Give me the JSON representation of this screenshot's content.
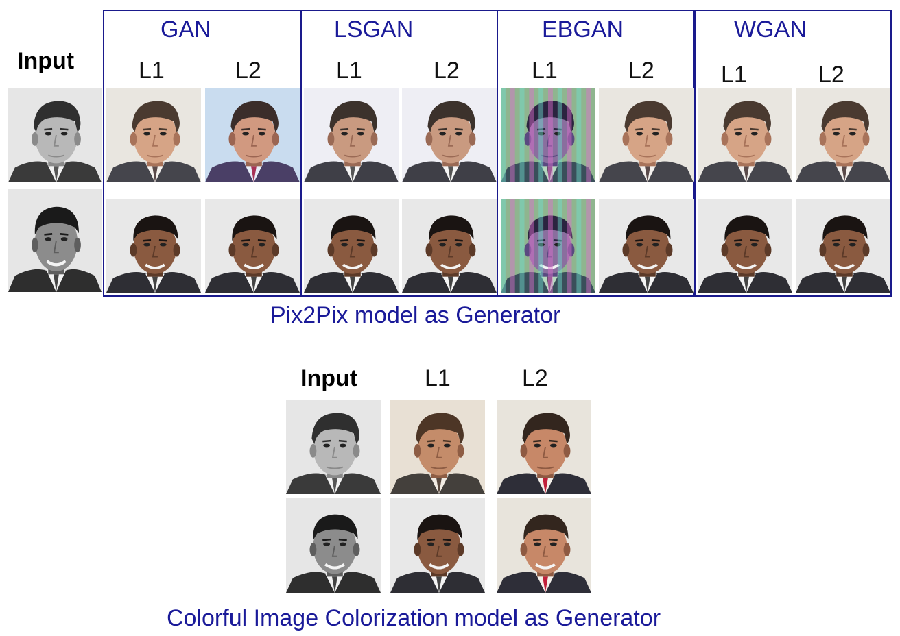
{
  "top": {
    "input_label": "Input",
    "models": [
      {
        "name": "GAN",
        "sub": [
          "L1",
          "L2"
        ]
      },
      {
        "name": "LSGAN",
        "sub": [
          "L1",
          "L2"
        ]
      },
      {
        "name": "EBGAN",
        "sub": [
          "L1",
          "L2"
        ]
      },
      {
        "name": "WGAN",
        "sub": [
          "L1",
          "L2"
        ]
      }
    ],
    "caption": "Pix2Pix model as Generator"
  },
  "bottom": {
    "headers": [
      "Input",
      "L1",
      "L2"
    ],
    "caption": "Colorful Image Colorization model as Generator"
  },
  "colors": {
    "frame": "#1a1a8c",
    "caption": "#1a1a99"
  },
  "images": {
    "subject_1": "portrait of a man with side-parted hair, suit and tie",
    "subject_2": "portrait of a smiling man with short dark hair, suit"
  }
}
